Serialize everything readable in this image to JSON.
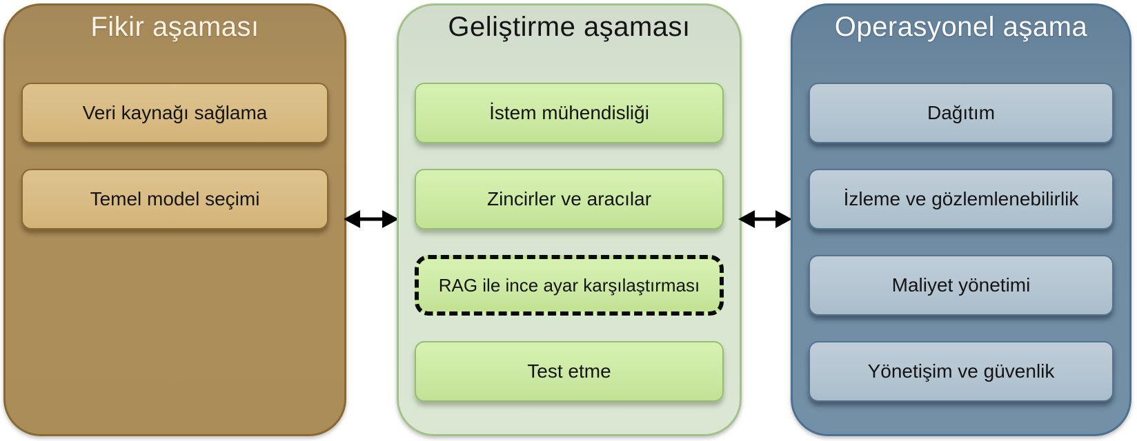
{
  "diagram": {
    "columns": [
      {
        "id": "idea-phase",
        "title": "Fikir aşaması",
        "items": [
          {
            "label": "Veri kaynağı sağlama",
            "style": "solid"
          },
          {
            "label": "Temel model seçimi",
            "style": "solid"
          }
        ],
        "colors": {
          "panel_bg": "#ab8d59",
          "panel_border": "#8a6830",
          "item_bg": "#d9bc84",
          "item_border": "#8a6830",
          "title_color": "#f8f4e8",
          "item_text_color": "#141414"
        }
      },
      {
        "id": "development-phase",
        "title": "Geliştirme aşaması",
        "items": [
          {
            "label": "İstem mühendisliği",
            "style": "solid"
          },
          {
            "label": "Zincirler ve aracılar",
            "style": "solid"
          },
          {
            "label": "RAG ile ince ayar karşılaştırması",
            "style": "dashed"
          },
          {
            "label": "Test etme",
            "style": "solid"
          }
        ],
        "colors": {
          "panel_bg": "#d8e5d1",
          "panel_border": "#a3c289",
          "item_bg": "#cdeaa4",
          "item_border": "#94bf70",
          "dashed_border": "#0b0b0b",
          "title_color": "#141414",
          "item_text_color": "#141414"
        }
      },
      {
        "id": "operational-phase",
        "title": "Operasyonel aşama",
        "items": [
          {
            "label": "Dağıtım",
            "style": "solid"
          },
          {
            "label": "İzleme ve gözlemlenebilirlik",
            "style": "solid"
          },
          {
            "label": "Maliyet yönetimi",
            "style": "solid"
          },
          {
            "label": "Yönetişim ve güvenlik",
            "style": "solid"
          }
        ],
        "colors": {
          "panel_bg": "#6e8aa0",
          "panel_border": "#4d7090",
          "item_bg": "#b5c6d2",
          "item_border": "#53738f",
          "title_color": "#fcfdfe",
          "item_text_color": "#141414"
        }
      }
    ],
    "connectors": [
      {
        "type": "double-headed-arrow",
        "between": [
          "Fikir aşaması",
          "Geliştirme aşaması"
        ],
        "color": "#000000"
      },
      {
        "type": "double-headed-arrow",
        "between": [
          "Geliştirme aşaması",
          "Operasyonel aşama"
        ],
        "color": "#000000"
      }
    ]
  }
}
